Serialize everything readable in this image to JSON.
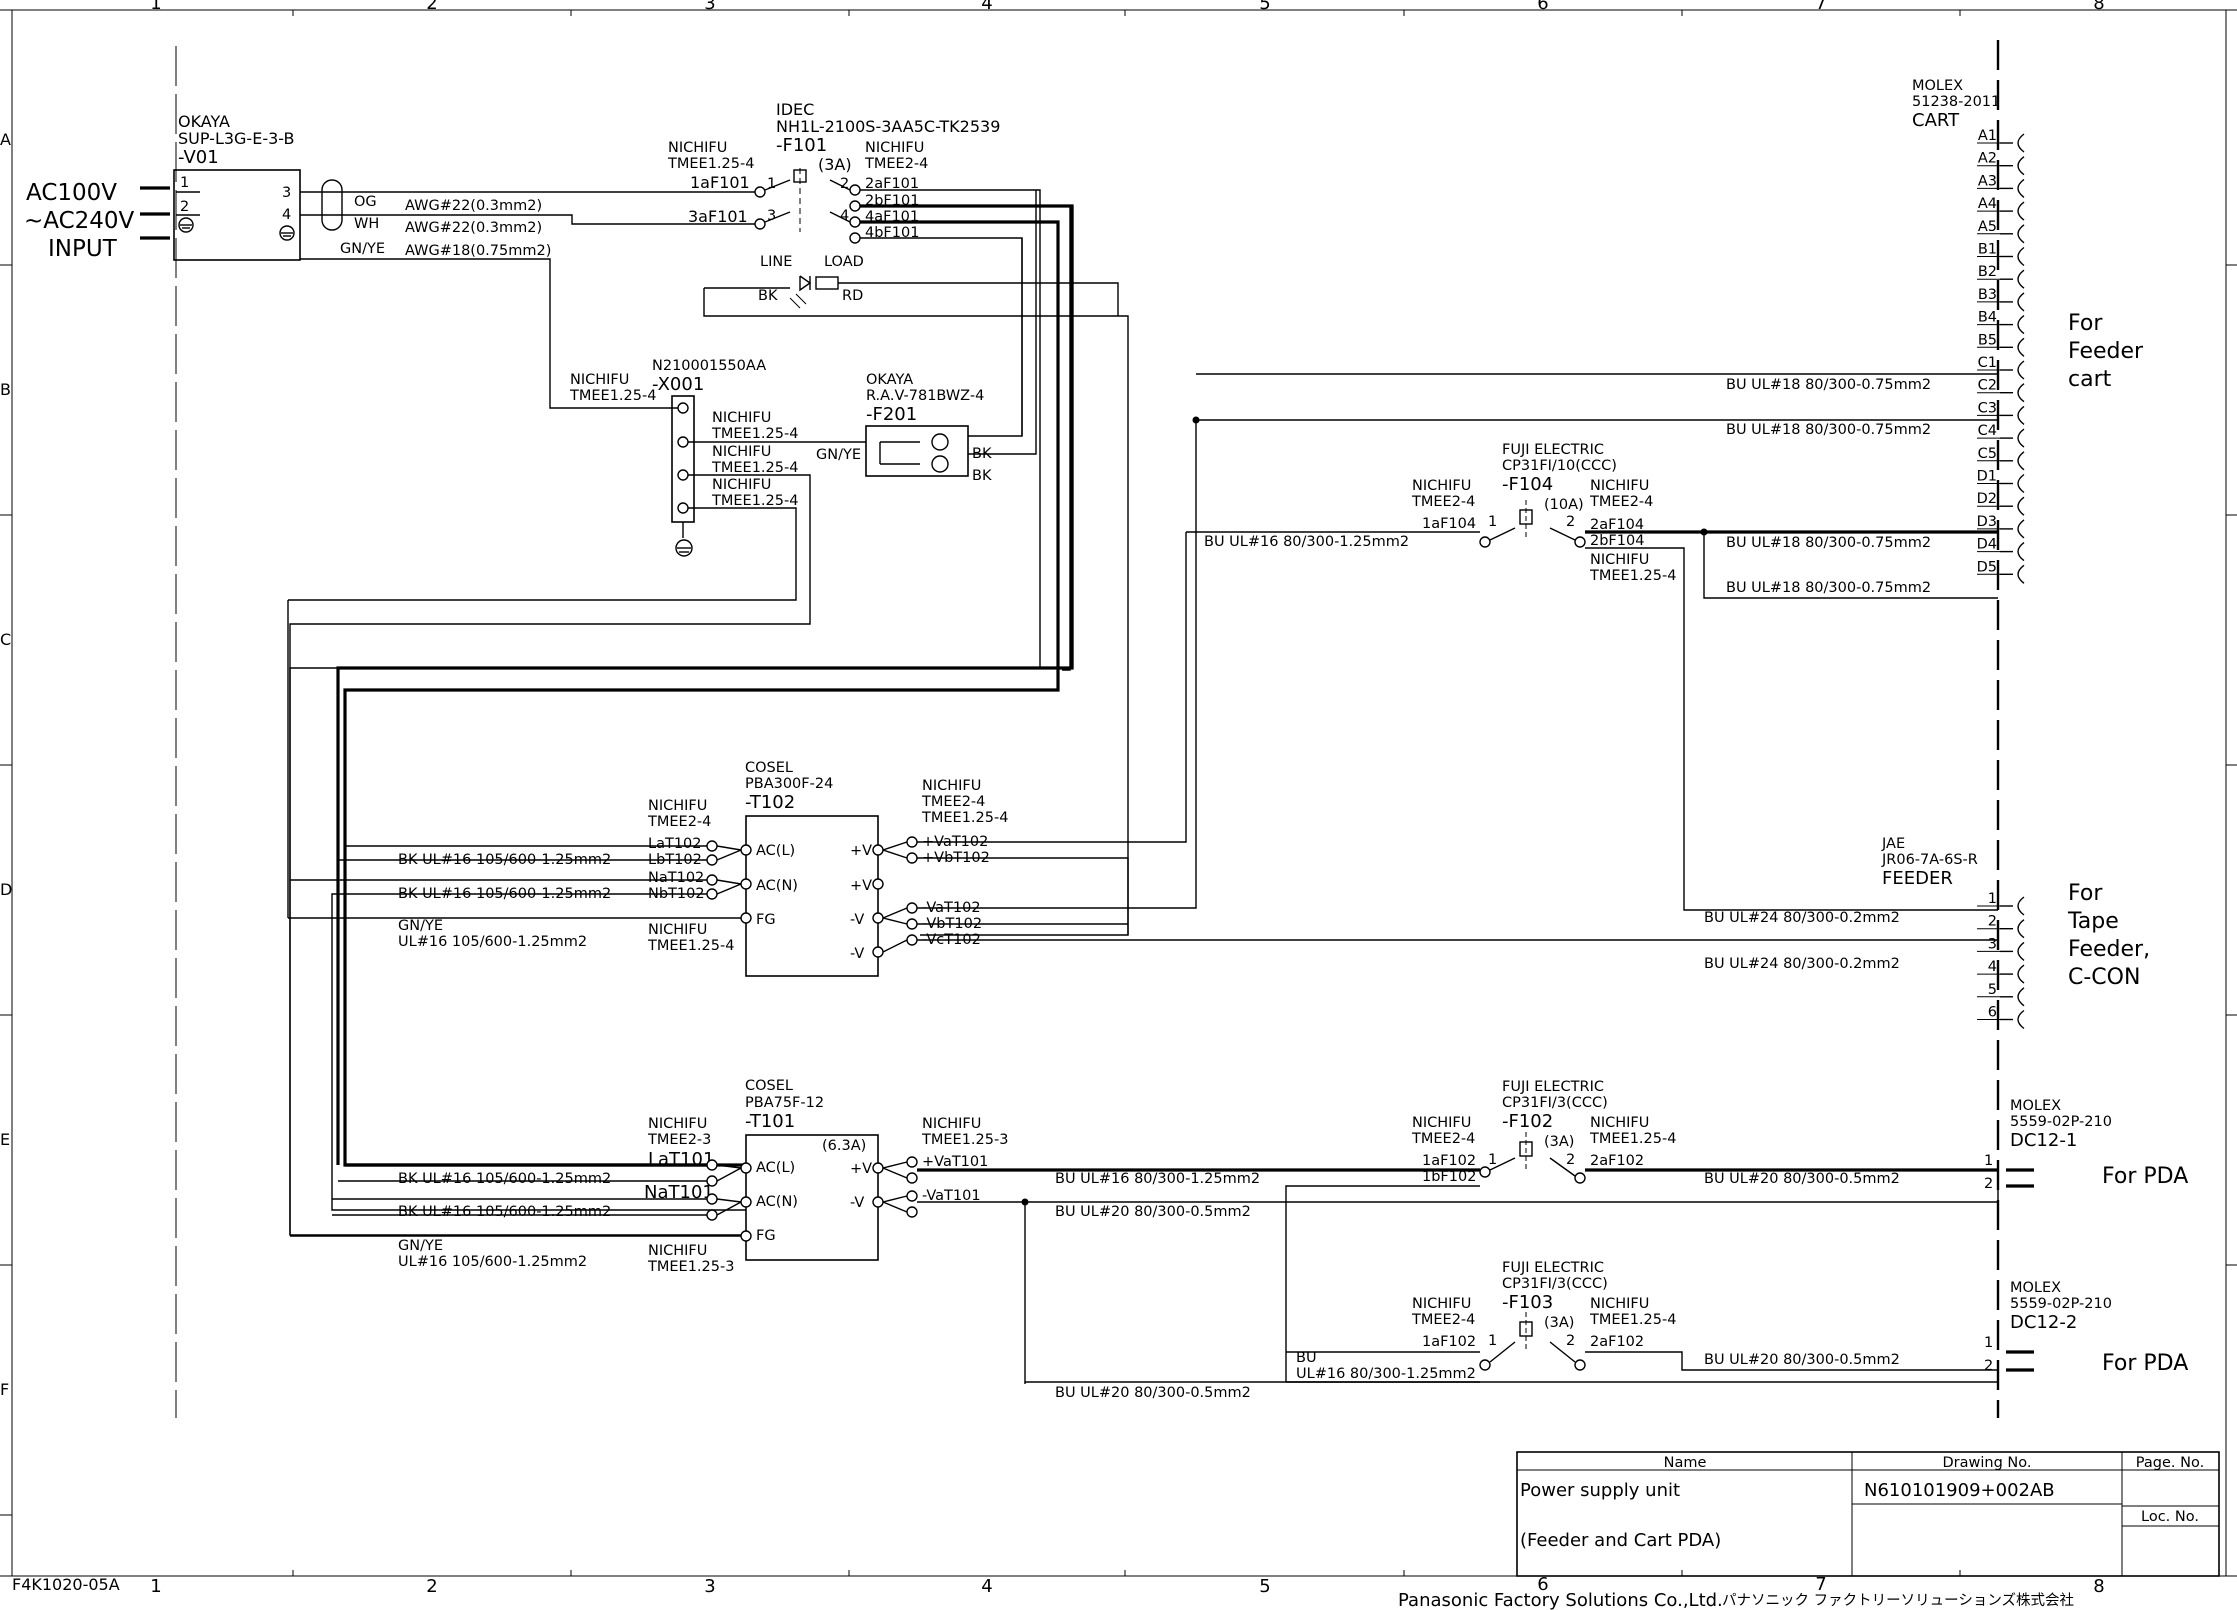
{
  "grid": {
    "columns": [
      "1",
      "2",
      "3",
      "4",
      "5",
      "6",
      "7",
      "8"
    ],
    "rows": [
      "A",
      "B",
      "C",
      "D",
      "E",
      "F"
    ]
  },
  "input": {
    "line1": "AC100V",
    "line2": "~AC240V",
    "line3": "INPUT"
  },
  "inlet": {
    "maker": "OKAYA",
    "model": "SUP-L3G-E-3-B",
    "ref": "-V01",
    "pin1": "1",
    "pin2": "2",
    "pin3": "3",
    "pin4": "4"
  },
  "cables": {
    "og": "OG",
    "wh": "WH",
    "gnye": "GN/YE",
    "awg1": "AWG#22(0.3mm2)",
    "awg2": "AWG#22(0.3mm2)",
    "awg3": "AWG#18(0.75mm2)"
  },
  "switch_f101": {
    "maker": "IDEC",
    "model": "NH1L-2100S-3AA5C-TK2539",
    "ref": "-F101",
    "rating": "(3A)",
    "left_maker": "NICHIFU",
    "left_term": "TMEE1.25-4",
    "right_maker": "NICHIFU",
    "right_term": "TMEE2-4",
    "t1": "1aF101",
    "t3": "3aF101",
    "p1": "1",
    "p2": "2",
    "p3": "3",
    "p4": "4",
    "r1": "2aF101",
    "r2": "2bF101",
    "r3": "4aF101",
    "r4": "4bF101",
    "line": "LINE",
    "load": "LOAD",
    "bk": "BK",
    "rd": "RD"
  },
  "terminal_x001": {
    "code": "N210001550AA",
    "ref": "-X001",
    "in_maker": "NICHIFU",
    "in_term": "TMEE1.25-4",
    "r1_maker": "NICHIFU",
    "r1_term": "TMEE1.25-4",
    "r2_maker": "NICHIFU",
    "r2_term": "TMEE1.25-4",
    "r3_maker": "NICHIFU",
    "r3_term": "TMEE1.25-4"
  },
  "surge_f201": {
    "maker": "OKAYA",
    "model": "R.A.V-781BWZ-4",
    "ref": "-F201",
    "gnye": "GN/YE",
    "bk1": "BK",
    "bk2": "BK"
  },
  "psu_t102": {
    "maker": "COSEL",
    "model": "PBA300F-24",
    "ref": "-T102",
    "lmaker": "NICHIFU",
    "lterm": "TMEE2-4",
    "la": "LaT102",
    "lb": "LbT102",
    "na": "NaT102",
    "nb": "NbT102",
    "fg_maker": "NICHIFU",
    "fg_term": "TMEE1.25-4",
    "acl": "AC(L)",
    "acn": "AC(N)",
    "fg": "FG",
    "vp1": "+V",
    "vp2": "+V",
    "vm1": "-V",
    "vm2": "-V",
    "rmaker": "NICHIFU",
    "rterm1": "TMEE2-4",
    "rterm2": "TMEE1.25-4",
    "o1": "+VaT102",
    "o2": "+VbT102",
    "o3": "-VaT102",
    "o4": "-VbT102",
    "o5": "-VcT102",
    "c1": "BK   UL#16  105/600-1.25mm2",
    "c2": "BK   UL#16  105/600-1.25mm2",
    "c3a": "GN/YE",
    "c3b": "UL#16  105/600-1.25mm2"
  },
  "psu_t101": {
    "maker": "COSEL",
    "model": "PBA75F-12",
    "ref": "-T101",
    "rating": "(6.3A)",
    "lmaker": "NICHIFU",
    "lterm": "TMEE2-3",
    "la": "LaT101",
    "na": "NaT101",
    "fg_maker": "NICHIFU",
    "fg_term": "TMEE1.25-3",
    "acl": "AC(L)",
    "acn": "AC(N)",
    "fg": "FG",
    "vp": "+V",
    "vm": "-V",
    "rmaker": "NICHIFU",
    "rterm": "TMEE1.25-3",
    "o1": "+VaT101",
    "o2": "-VaT101",
    "c1": "BK   UL#16  105/600-1.25mm2",
    "c2": "BK   UL#16  105/600-1.25mm2",
    "c3a": "GN/YE",
    "c3b": "UL#16  105/600-1.25mm2"
  },
  "breaker_f104": {
    "maker": "FUJI ELECTRIC",
    "model": "CP31FI/10(CCC)",
    "ref": "-F104",
    "rating": "(10A)",
    "lmaker": "NICHIFU",
    "lterm": "TMEE2-4",
    "lt": "1aF104",
    "rmaker": "NICHIFU",
    "rterm": "TMEE2-4",
    "rt1": "2aF104",
    "rt2": "2bF104",
    "rmaker2": "NICHIFU",
    "rterm2": "TMEE1.25-4",
    "p1": "1",
    "p2": "2",
    "cable": "BU    UL#16  80/300-1.25mm2"
  },
  "breaker_f102": {
    "maker": "FUJI ELECTRIC",
    "model": "CP31FI/3(CCC)",
    "ref": "-F102",
    "rating": "(3A)",
    "lmaker": "NICHIFU",
    "lterm": "TMEE2-4",
    "lt1": "1aF102",
    "lt2": "1bF102",
    "rmaker": "NICHIFU",
    "rterm": "TMEE1.25-4",
    "rt": "2aF102",
    "p1": "1",
    "p2": "2"
  },
  "breaker_f103": {
    "maker": "FUJI ELECTRIC",
    "model": "CP31FI/3(CCC)",
    "ref": "-F103",
    "rating": "(3A)",
    "lmaker": "NICHIFU",
    "lterm": "TMEE2-4",
    "lt": "1aF102",
    "rmaker": "NICHIFU",
    "rterm": "TMEE1.25-4",
    "rt": "2aF102",
    "p1": "1",
    "p2": "2",
    "cable_a": "BU",
    "cable_b": "UL#16  80/300-1.25mm2"
  },
  "pda_cables": {
    "c1": "BU    UL#16  80/300-1.25mm2",
    "c2": "BU    UL#20  80/300-0.5mm2",
    "c3": "BU    UL#20  80/300-0.5mm2",
    "c4": "BU    UL#20  80/300-0.5mm2",
    "c5": "BU    UL#20  80/300-0.5mm2"
  },
  "cart": {
    "maker": "MOLEX",
    "model": "51238-2011",
    "name": "CART",
    "pins": [
      "A1",
      "A2",
      "A3",
      "A4",
      "A5",
      "B1",
      "B2",
      "B3",
      "B4",
      "B5",
      "C1",
      "C2",
      "C3",
      "C4",
      "C5",
      "D1",
      "D2",
      "D3",
      "D4",
      "D5"
    ],
    "for1": "For",
    "for2": "Feeder",
    "for3": "cart",
    "c1": "BU    UL#18  80/300-0.75mm2",
    "c2": "BU    UL#18  80/300-0.75mm2",
    "c3": "BU    UL#18  80/300-0.75mm2",
    "c4": "BU    UL#18  80/300-0.75mm2"
  },
  "feeder": {
    "maker": "JAE",
    "model": "JR06-7A-6S-R",
    "name": "FEEDER",
    "pins": [
      "1",
      "2",
      "3",
      "4",
      "5",
      "6"
    ],
    "for1": "For",
    "for2": "Tape",
    "for3": "Feeder,",
    "for4": "C-CON",
    "c1": "BU    UL#24  80/300-0.2mm2",
    "c2": "BU    UL#24  80/300-0.2mm2"
  },
  "dc12_1": {
    "maker": "MOLEX",
    "model": "5559-02P-210",
    "name": "DC12-1",
    "p1": "1",
    "p2": "2",
    "for": "For  PDA"
  },
  "dc12_2": {
    "maker": "MOLEX",
    "model": "5559-02P-210",
    "name": "DC12-2",
    "p1": "1",
    "p2": "2",
    "for": "For  PDA"
  },
  "title_block": {
    "name_header": "Name",
    "drawing_header": "Drawing No.",
    "page_header": "Page. No.",
    "loc_header": "Loc. No.",
    "name_line1": "Power supply unit",
    "name_line2": "(Feeder and Cart PDA)",
    "drawing_no": "N610101909+002AB"
  },
  "footer": {
    "form_no": "F4K1020-05A",
    "company": "Panasonic Factory Solutions Co.,Ltd.",
    "company_jp": "パナソニック ファクトリーソリューションズ株式会社"
  }
}
